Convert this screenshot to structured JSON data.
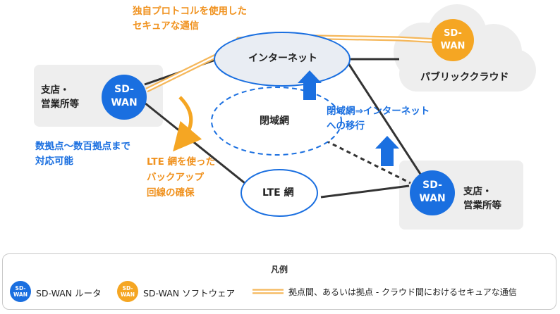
{
  "nodes": {
    "internet": "インターネット",
    "closed_network": "閉域網",
    "lte_network": "LTE 網",
    "public_cloud": "パブリッククラウド",
    "branch_left": [
      "支店・",
      "営業所等"
    ],
    "branch_right": [
      "支店・",
      "営業所等"
    ],
    "router_label": [
      "SD-",
      "WAN"
    ],
    "cloud_software_label": [
      "SD-",
      "WAN"
    ]
  },
  "annotations": {
    "proprietary_protocol": [
      "独自プロトコルを使用した",
      "セキュアな通信"
    ],
    "scale": [
      "数拠点〜数百拠点まで",
      "対応可能"
    ],
    "lte_backup": [
      "LTE 網を使った",
      "バックアップ",
      "回線の確保"
    ],
    "migration": [
      "閉域網⇒インターネット",
      "への移行"
    ]
  },
  "legend": {
    "title": "凡例",
    "router_icon_label": [
      "SD-",
      "WAN"
    ],
    "router": "SD-WAN ルータ",
    "software_icon_label": [
      "SD-",
      "WAN"
    ],
    "software": "SD-WAN ソフトウェア",
    "tunnel": "拠点間、あるいは拠点 - クラウド間におけるセキュアな通信"
  },
  "colors": {
    "router_blue": "#1a6fe0",
    "software_orange": "#f5a623",
    "annotation_orange": "#f0921f",
    "annotation_blue": "#1a6fe0",
    "tunnel": "#f5b75a"
  }
}
